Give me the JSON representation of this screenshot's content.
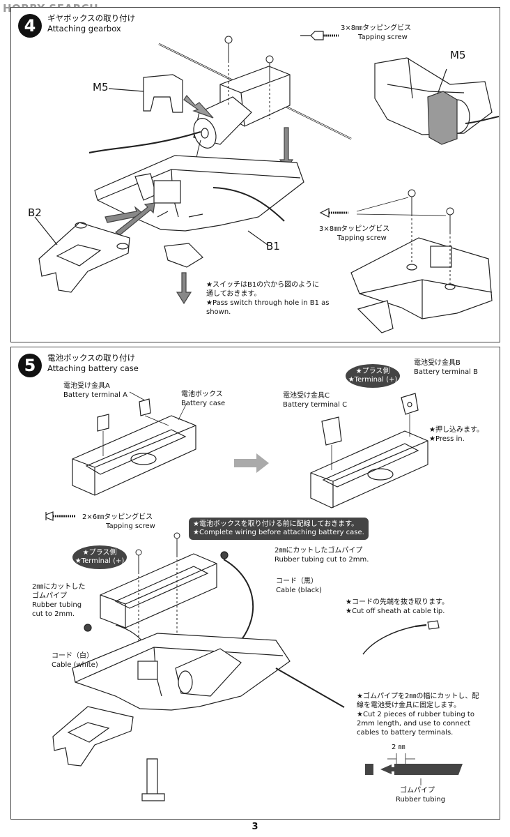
{
  "watermark": "HOBBY SEARCH",
  "step4": {
    "number": "4",
    "title_jp": "ギヤボックスの取り付け",
    "title_en": "Attaching gearbox",
    "screw_top": {
      "jp": "3×8㎜タッピングビス",
      "en": "Tapping screw"
    },
    "screw_right": {
      "jp": "3×8㎜タッピングビス",
      "en": "Tapping screw"
    },
    "m5_left": "M5",
    "m5_right": "M5",
    "b2": "B2",
    "b1": "B1",
    "note_jp_1": "★スイッチはB1の穴から図のように",
    "note_jp_2": "通しておきます。",
    "note_en_1": "★Pass switch through hole in B1 as",
    "note_en_2": "shown."
  },
  "step5": {
    "number": "5",
    "title_jp": "電池ボックスの取り付け",
    "title_en": "Attaching battery case",
    "terminal_a": {
      "jp": "電池受け金具A",
      "en": "Battery terminal A"
    },
    "battery_case": {
      "jp": "電池ボックス",
      "en": "Battery case"
    },
    "terminal_c": {
      "jp": "電池受け金具C",
      "en": "Battery terminal C"
    },
    "terminal_b": {
      "jp": "電池受け金具B",
      "en": "Battery terminal B"
    },
    "plus_1": "★プラス側",
    "plus_2": "★Terminal (+)",
    "press_jp": "★押し込みます。",
    "press_en": "★Press in.",
    "screw": {
      "jp": "2×6㎜タッピングビス",
      "en": "Tapping screw"
    },
    "wiring_jp": "★電池ボックスを取り付ける前に配線しておきます。",
    "wiring_en": "★Complete wiring before attaching battery case.",
    "tube_right": {
      "jp": "2㎜にカットしたゴムパイプ",
      "en": "Rubber tubing cut to 2mm."
    },
    "tube_left_1": "2㎜にカットした",
    "tube_left_2": "ゴムパイプ",
    "tube_left_3": "Rubber tubing",
    "tube_left_4": "cut to 2mm.",
    "cable_black": {
      "jp": "コード（黒）",
      "en": "Cable (black)"
    },
    "cable_white": {
      "jp": "コード（白）",
      "en": "Cable (white)"
    },
    "sheath_jp": "★コードの先端を抜き取ります。",
    "sheath_en": "★Cut off sheath at cable tip.",
    "tubing_jp_1": "★ゴムパイプを2㎜の幅にカットし、配",
    "tubing_jp_2": "線を電池受け金具に固定します。",
    "tubing_en_1": "★Cut 2 pieces of rubber tubing to",
    "tubing_en_2": "2mm length, and use to connect",
    "tubing_en_3": "cables to battery terminals.",
    "dim": "2 ㎜",
    "rubber": {
      "jp": "ゴムパイプ",
      "en": "Rubber tubing"
    }
  },
  "page_number": "3"
}
